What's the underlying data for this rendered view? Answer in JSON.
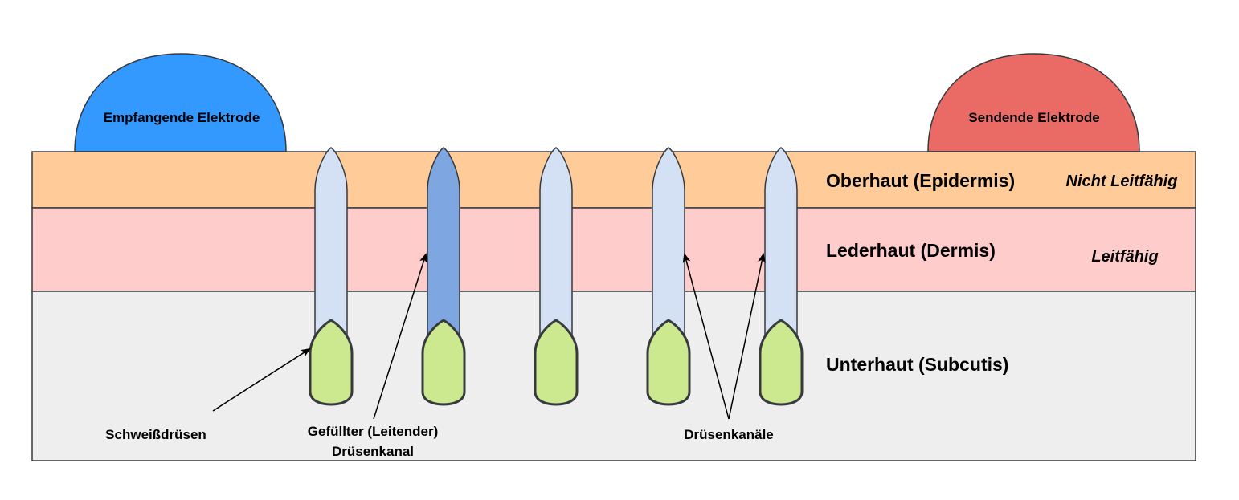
{
  "colors": {
    "epidermis": "#ffcc99",
    "dermis": "#ffcccc",
    "subcutis": "#eeeeee",
    "receiving_electrode": "#3399ff",
    "sending_electrode": "#ea6b66",
    "duct_empty": "#d4e1f5",
    "duct_filled": "#7ea6e0",
    "gland": "#cde990"
  },
  "electrodes": {
    "receiving": "Empfangende Elektrode",
    "sending": "Sendende Elektrode"
  },
  "layers": {
    "epidermis": {
      "name": "Oberhaut (Epidermis)",
      "conductivity": "Nicht Leitfähig"
    },
    "dermis": {
      "name": "Lederhaut (Dermis)",
      "conductivity": "Leitfähig"
    },
    "subcutis": {
      "name": "Unterhaut (Subcutis)"
    }
  },
  "labels": {
    "sweat_glands": "Schweißdrüsen",
    "filled_duct_line1": "Gefüllter (Leitender)",
    "filled_duct_line2": "Drüsenkanal",
    "ducts": "Drüsenkanäle"
  },
  "glands": [
    {
      "filled": false
    },
    {
      "filled": true
    },
    {
      "filled": false
    },
    {
      "filled": false
    },
    {
      "filled": false
    }
  ]
}
